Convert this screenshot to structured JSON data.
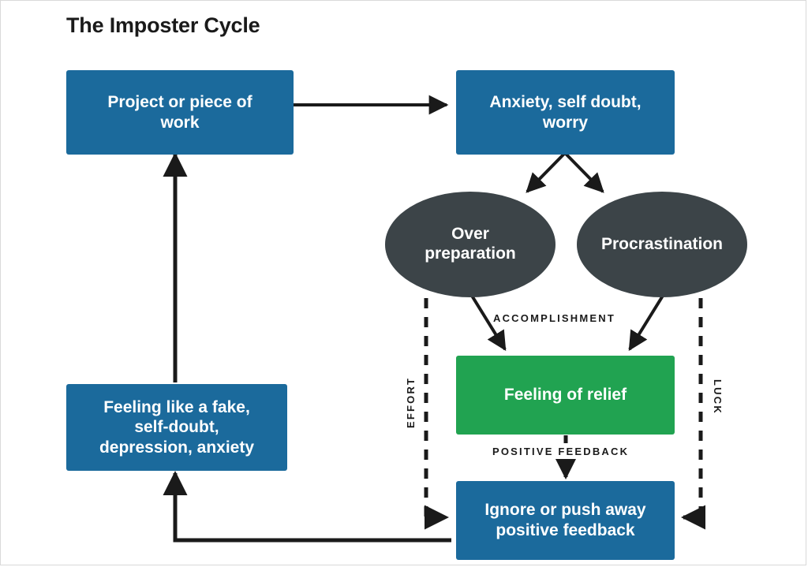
{
  "diagram": {
    "title": "The Imposter Cycle",
    "nodes": {
      "project": "Project or piece of work",
      "anxiety": "Anxiety, self doubt, worry",
      "over_preparation": "Over preparation",
      "procrastination": "Procrastination",
      "relief": "Feeling of relief",
      "ignore": "Ignore or push away positive feedback",
      "fake": "Feeling like a fake, self-doubt, depression, anxiety"
    },
    "node_lines": {
      "project": [
        "Project or piece of",
        "work"
      ],
      "anxiety": [
        "Anxiety, self doubt,",
        "worry"
      ],
      "over_preparation": [
        "Over",
        "preparation"
      ],
      "procrastination": [
        "Procrastination"
      ],
      "relief": [
        "Feeling of relief"
      ],
      "ignore": [
        "Ignore or push away",
        "positive feedback"
      ],
      "fake": [
        "Feeling like a fake,",
        "self-doubt,",
        "depression, anxiety"
      ]
    },
    "edge_labels": {
      "accomplishment": "ACCOMPLISHMENT",
      "positive_feedback": "POSITIVE FEEDBACK",
      "effort": "EFFORT",
      "luck": "LUCK"
    },
    "colors": {
      "blue": "#1b6a9c",
      "green": "#21a351",
      "charcoal": "#3c4448",
      "arrow": "#1a1a1a",
      "text_on_node": "#ffffff",
      "title": "#1a1a1a",
      "background": "#ffffff",
      "frame_border": "#d9d9d9"
    }
  }
}
